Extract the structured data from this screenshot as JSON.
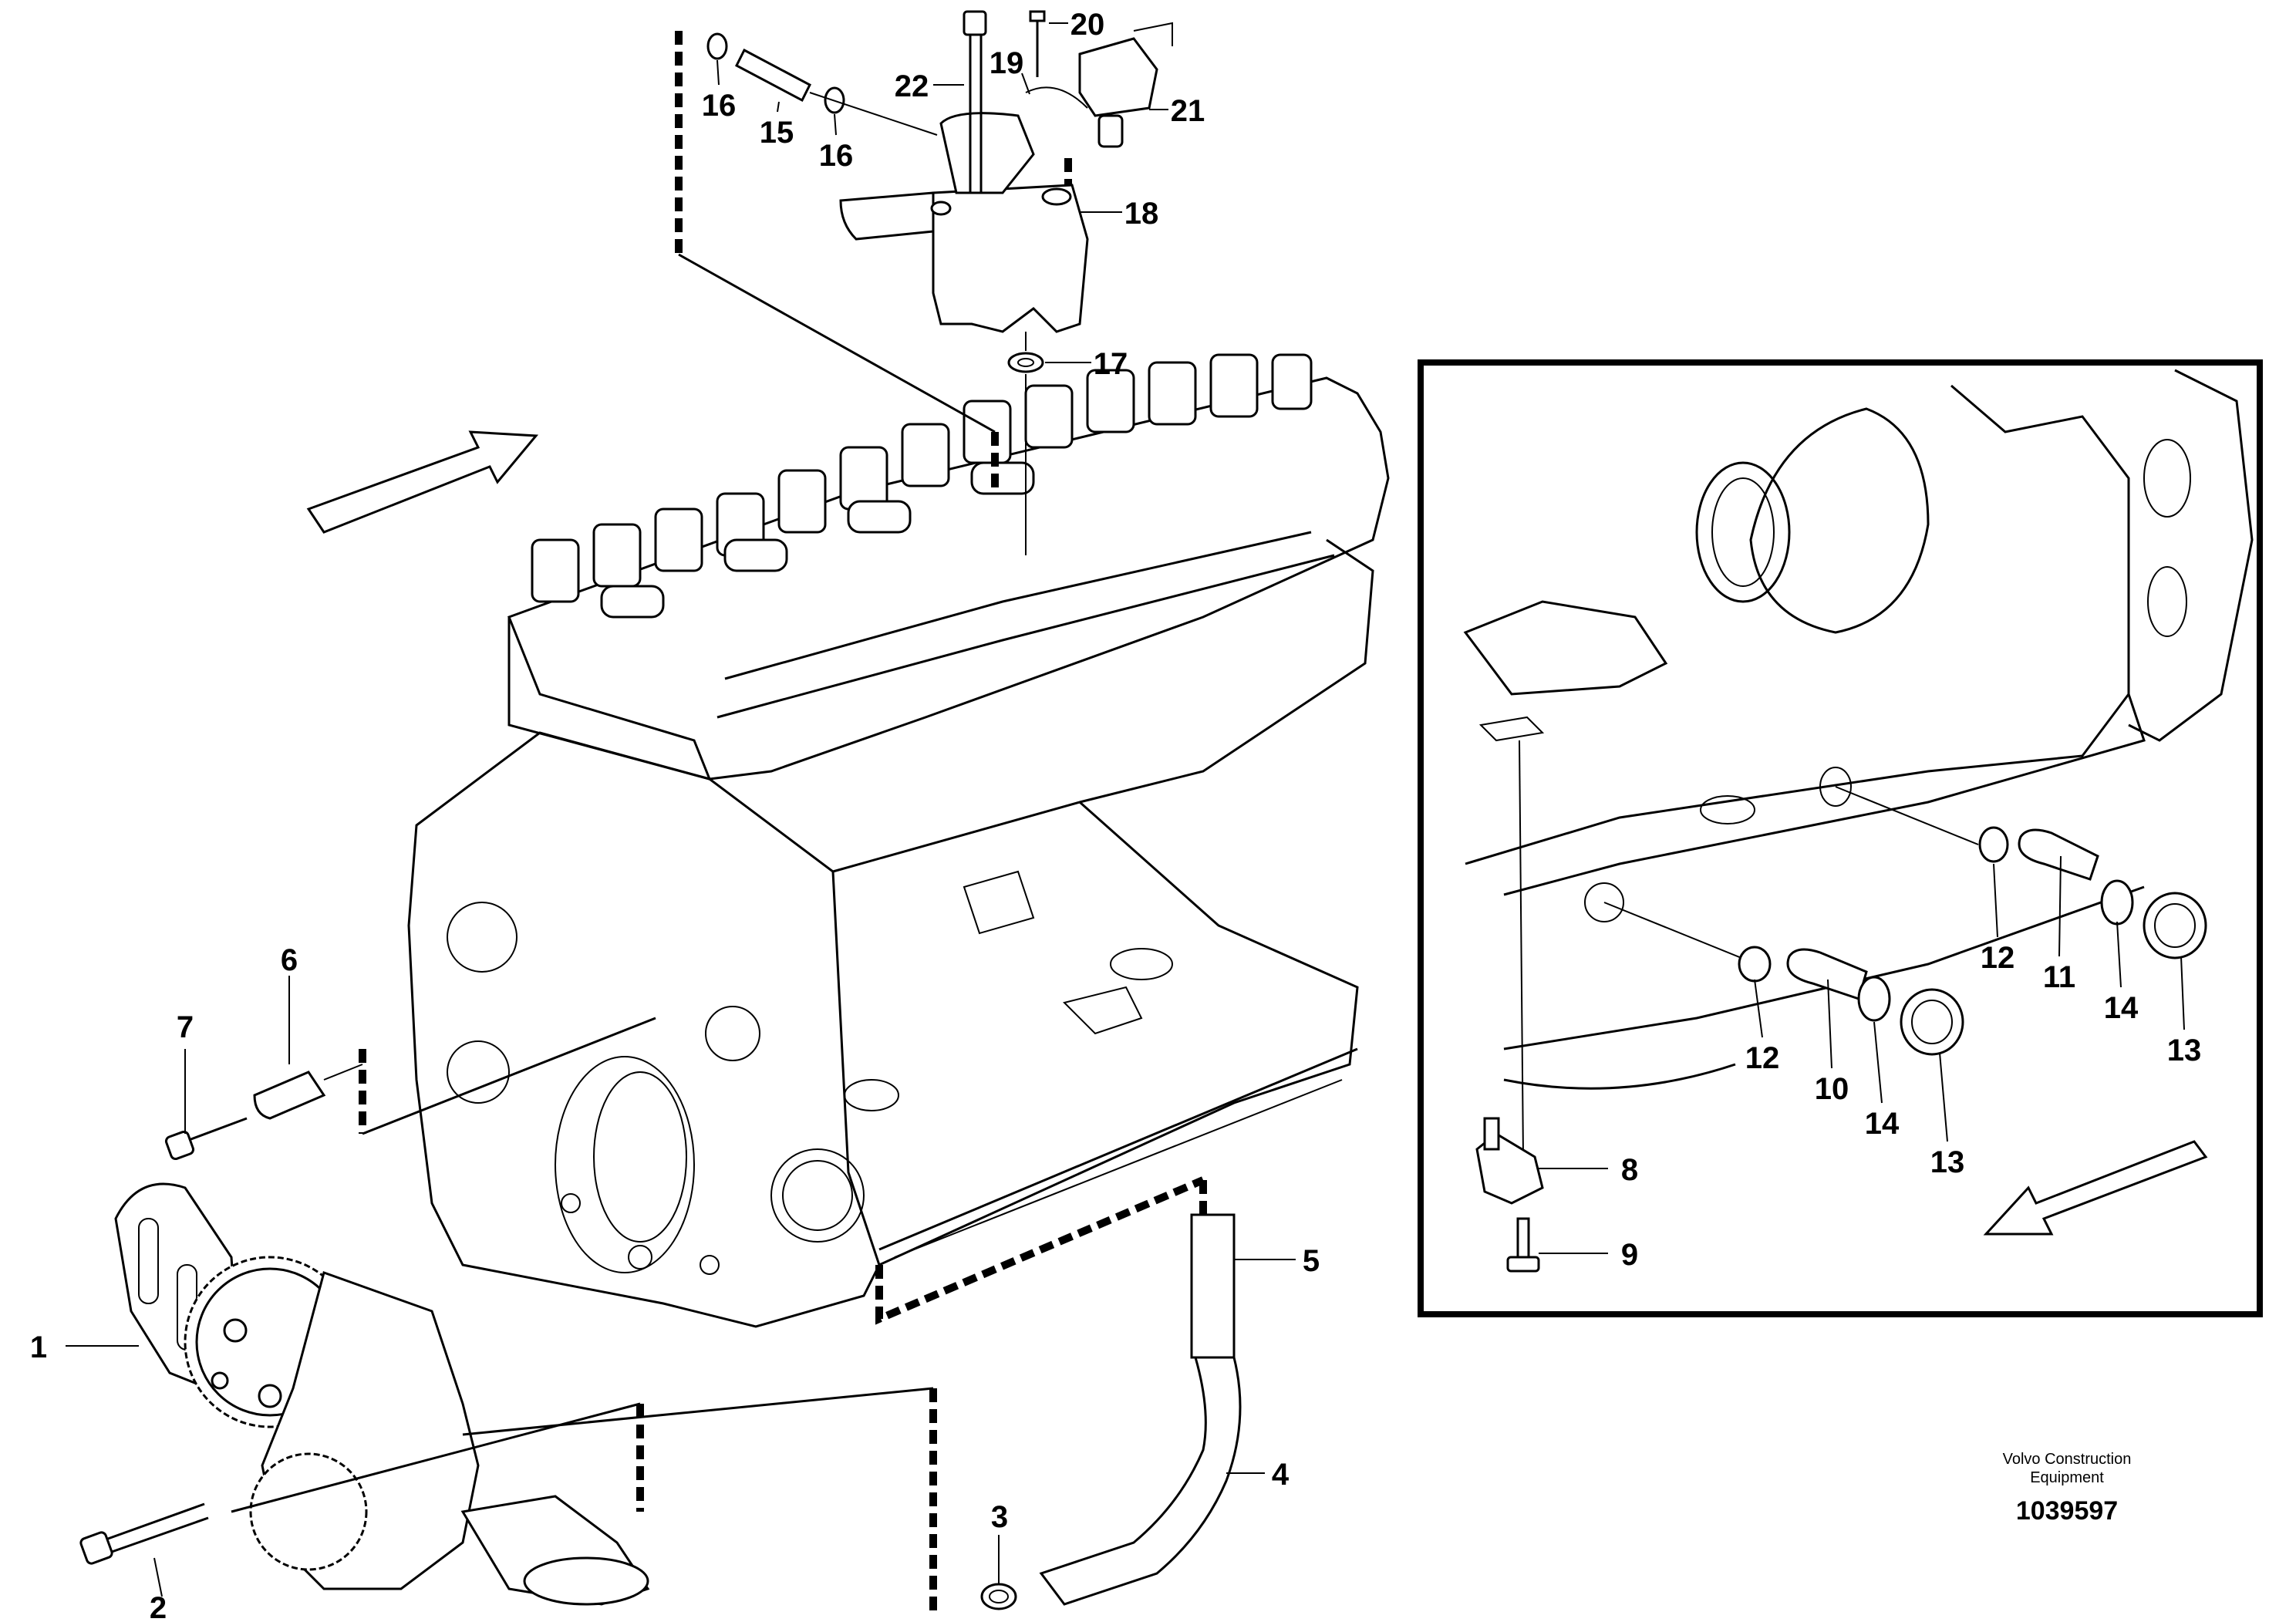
{
  "callouts": {
    "n1": "1",
    "n2": "2",
    "n3": "3",
    "n4": "4",
    "n5": "5",
    "n6": "6",
    "n7": "7",
    "n8": "8",
    "n9": "9",
    "n10": "10",
    "n11": "11",
    "n12a": "12",
    "n12b": "12",
    "n13a": "13",
    "n13b": "13",
    "n14a": "14",
    "n14b": "14",
    "n15": "15",
    "n16a": "16",
    "n16b": "16",
    "n17": "17",
    "n18": "18",
    "n19": "19",
    "n20": "20",
    "n21": "21",
    "n22": "22"
  },
  "credit": {
    "line1": "Volvo Construction",
    "line2": "Equipment",
    "number": "1039597"
  }
}
